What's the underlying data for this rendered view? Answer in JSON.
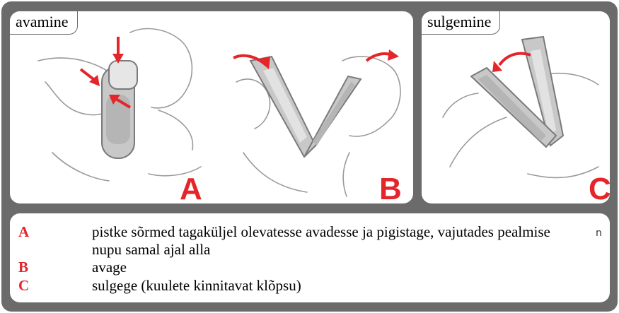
{
  "colors": {
    "accent_red": "#e4252a",
    "frame_grey": "#6b6b6b",
    "device_grey": "#c8c8c8"
  },
  "panels": {
    "open_label": "avamine",
    "close_label": "sulgemine"
  },
  "steps": {
    "a": "A",
    "b": "B",
    "c": "C"
  },
  "legend": {
    "items": [
      {
        "letter": "A",
        "text": "pistke sõrmed tagaküljel olevatesse avadesse ja pigistage, vajutades pealmise nupu samal ajal alla"
      },
      {
        "letter": "B",
        "text": "avage"
      },
      {
        "letter": "C",
        "text": "sulgege (kuulete kinnitavat klõpsu)"
      }
    ],
    "stray_glyph": "n"
  }
}
